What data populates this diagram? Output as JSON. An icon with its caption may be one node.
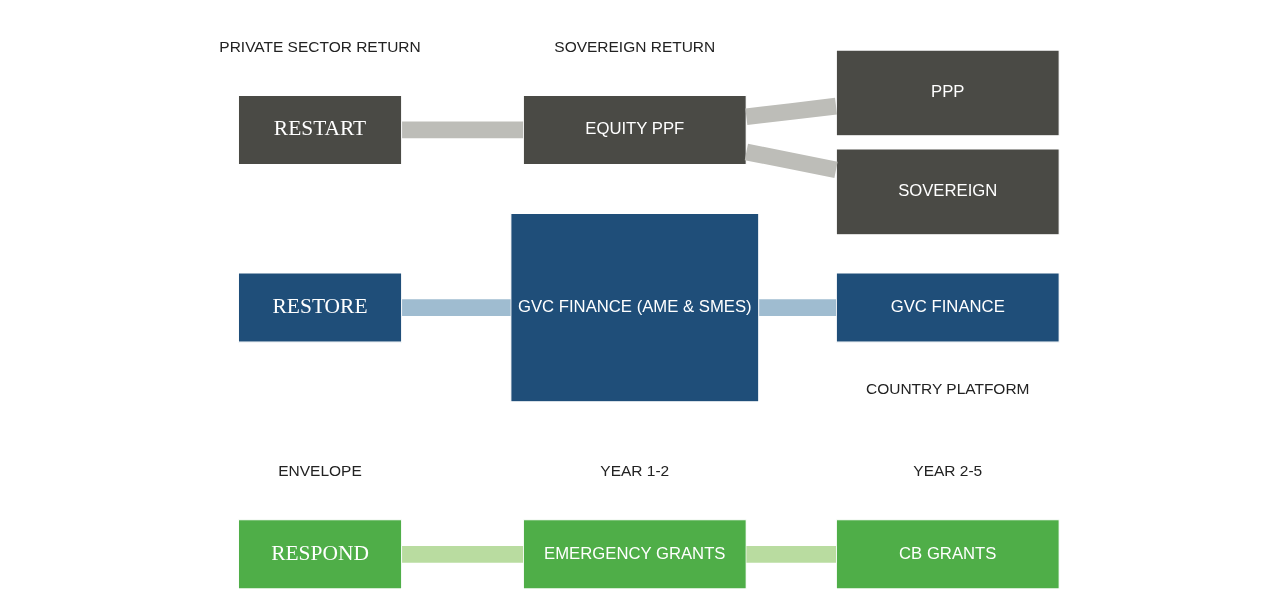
{
  "diagram": {
    "nodes": [
      {
        "text": [
          "RESPOND"
        ]
      },
      {
        "text": [
          "RESTORE"
        ]
      },
      {
        "text": [
          "RESTART"
        ]
      },
      {
        "text": [
          "EMERGENCY GRANTS"
        ]
      },
      {
        "text": [
          "GVC FINANCE (AME & SMES)"
        ]
      },
      {
        "text": [
          "EQUITY PPF"
        ]
      },
      {
        "text": [
          "CB GRANTS"
        ]
      },
      {
        "text": [
          "GVC FINANCE"
        ]
      },
      {
        "text": [
          "PPP"
        ]
      },
      {
        "text": [
          "SOVEREIGN"
        ]
      }
    ],
    "edges": [
      {
        "from": 0,
        "to": 3,
        "arrow": "none",
        "color": "#b9dca0"
      },
      {
        "from": 1,
        "to": 4,
        "arrow": "none",
        "color": "#9fbcd0"
      },
      {
        "from": 2,
        "to": 5,
        "arrow": "none"
      },
      {
        "from": 3,
        "to": 6,
        "arrow": "none",
        "color": "#b9dca0"
      },
      {
        "from": 4,
        "to": 7,
        "arrow": "none",
        "color": "#9fbcd0"
      },
      {
        "from": 5,
        "to": 8,
        "arrow": "none"
      },
      {
        "from": 5,
        "to": 9,
        "arrow": "none"
      }
    ],
    "labels": [
      "ENVELOPE",
      "YEAR 1-2",
      "YEAR 2-5",
      "PRIVATE SECTOR RETURN",
      "SOVEREIGN RETURN",
      "COUNTRY PLATFORM"
    ]
  }
}
